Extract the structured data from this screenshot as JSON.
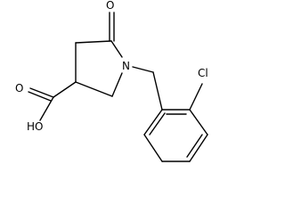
{
  "molecule": {
    "atoms": {
      "ketone_oxygen": "O",
      "ring_nitrogen": "N",
      "chlorine": "Cl",
      "hydroxyl": "HO",
      "acid_oxygen": "O"
    },
    "colors": {
      "bond": "#000000",
      "background": "#ffffff"
    }
  }
}
